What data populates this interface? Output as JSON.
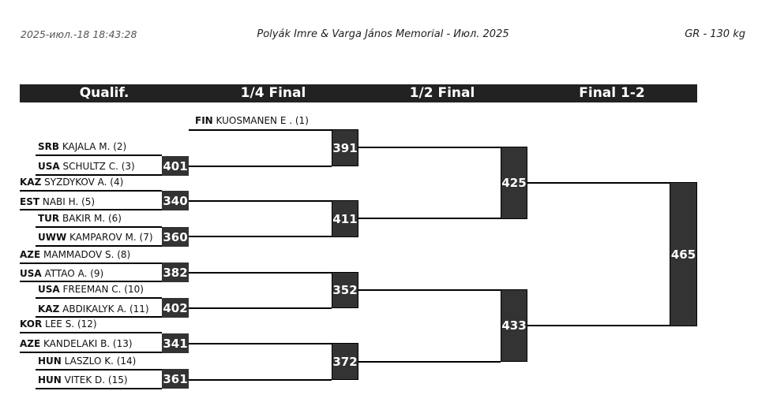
{
  "header": {
    "timestamp": "2025-июл.-18 18:43:28",
    "event": "Polyák Imre & Varga János Memorial - Июл. 2025",
    "category": "GR - 130 kg"
  },
  "columns": [
    "Qualif.",
    "1/4 Final",
    "1/2 Final",
    "Final 1-2"
  ],
  "wrestlers": [
    {
      "country": "FIN",
      "name": "KUOSMANEN E . (1)"
    },
    {
      "country": "SRB",
      "name": "KAJALA M. (2)"
    },
    {
      "country": "USA",
      "name": "SCHULTZ C. (3)"
    },
    {
      "country": "KAZ",
      "name": "SYZDYKOV A. (4)"
    },
    {
      "country": "EST",
      "name": "NABI H. (5)"
    },
    {
      "country": "TUR",
      "name": "BAKIR M. (6)"
    },
    {
      "country": "UWW",
      "name": "KAMPAROV M. (7)"
    },
    {
      "country": "AZE",
      "name": "MAMMADOV S. (8)"
    },
    {
      "country": "USA",
      "name": "ATTAO A. (9)"
    },
    {
      "country": "USA",
      "name": "FREEMAN C. (10)"
    },
    {
      "country": "KAZ",
      "name": "ABDIKALYK A. (11)"
    },
    {
      "country": "KOR",
      "name": "LEE S. (12)"
    },
    {
      "country": "AZE",
      "name": "KANDELAKI B. (13)"
    },
    {
      "country": "HUN",
      "name": "LASZLO K. (14)"
    },
    {
      "country": "HUN",
      "name": "VITEK D. (15)"
    }
  ],
  "bouts": {
    "qualif": [
      "401",
      "340",
      "360",
      "382",
      "402",
      "341",
      "361"
    ],
    "quarter": [
      "391",
      "411",
      "352",
      "372"
    ],
    "semi": [
      "425",
      "433"
    ],
    "final": "465"
  }
}
